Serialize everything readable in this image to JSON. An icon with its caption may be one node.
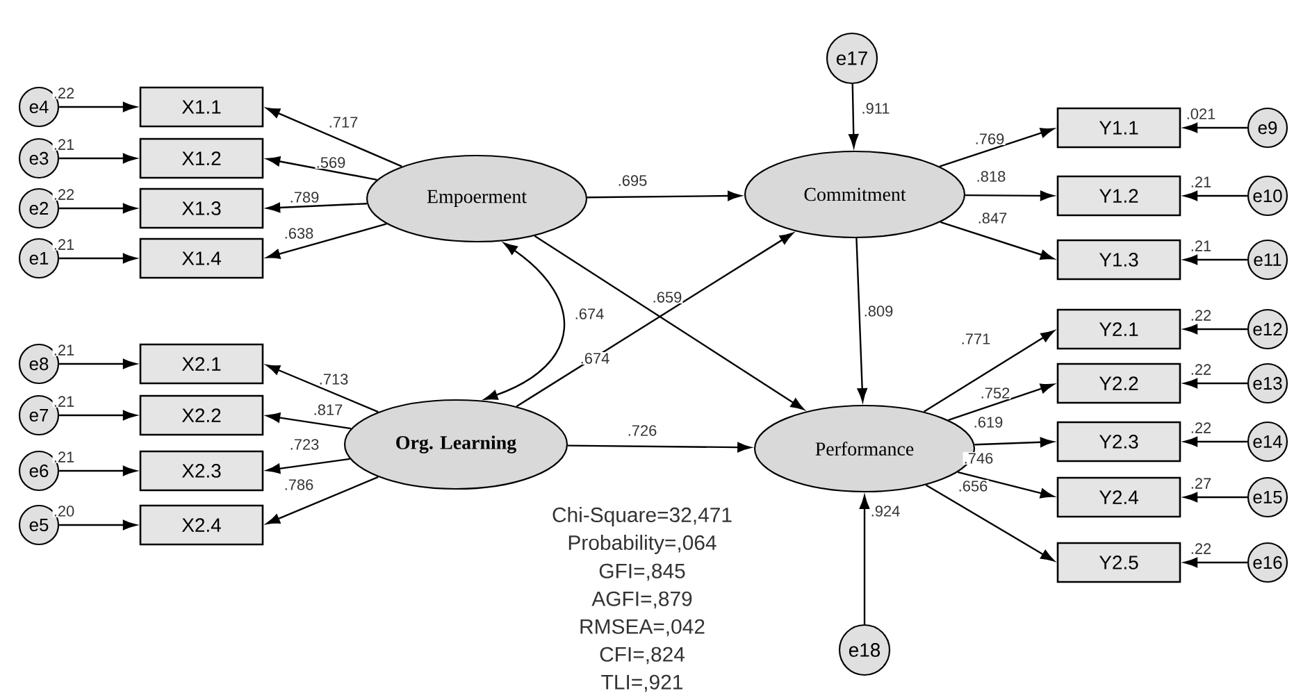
{
  "diagram": {
    "nodes": [
      {
        "text": [
          "e17"
        ]
      },
      {
        "text": [
          "Empoerment"
        ]
      },
      {
        "text": [
          "Commitment"
        ]
      },
      {
        "text": [
          "Org. Learning"
        ]
      },
      {
        "text": [
          "Performance"
        ]
      },
      {
        "text": [
          "e18"
        ]
      },
      {
        "text": [
          "X1.1"
        ]
      },
      {
        "text": [
          "X1.2"
        ]
      },
      {
        "text": [
          "X1.3"
        ]
      },
      {
        "text": [
          "X1.4"
        ]
      },
      {
        "text": [
          "X2.1"
        ]
      },
      {
        "text": [
          "X2.2"
        ]
      },
      {
        "text": [
          "X2.3"
        ]
      },
      {
        "text": [
          "X2.4"
        ]
      },
      {
        "text": [
          "e4"
        ]
      },
      {
        "text": [
          "e3"
        ]
      },
      {
        "text": [
          "e2"
        ]
      },
      {
        "text": [
          "e1"
        ]
      },
      {
        "text": [
          "e8"
        ]
      },
      {
        "text": [
          "e7"
        ]
      },
      {
        "text": [
          "e6"
        ]
      },
      {
        "text": [
          "e5"
        ]
      },
      {
        "text": [
          "Y1.1"
        ]
      },
      {
        "text": [
          "Y1.2"
        ]
      },
      {
        "text": [
          "Y1.3"
        ]
      },
      {
        "text": [
          "Y2.1"
        ]
      },
      {
        "text": [
          "Y2.2"
        ]
      },
      {
        "text": [
          "Y2.3"
        ]
      },
      {
        "text": [
          "Y2.4"
        ]
      },
      {
        "text": [
          "Y2.5"
        ]
      },
      {
        "text": [
          "e9"
        ]
      },
      {
        "text": [
          "e10"
        ]
      },
      {
        "text": [
          "e11"
        ]
      },
      {
        "text": [
          "e12"
        ]
      },
      {
        "text": [
          "e13"
        ]
      },
      {
        "text": [
          "e14"
        ]
      },
      {
        "text": [
          "e15"
        ]
      },
      {
        "text": [
          "e16"
        ]
      }
    ],
    "edges": [
      {
        "from": 1,
        "to": 6,
        "arrow": "to",
        "label": ".717"
      },
      {
        "from": 1,
        "to": 7,
        "arrow": "to",
        "label": ".569"
      },
      {
        "from": 1,
        "to": 8,
        "arrow": "to",
        "label": ".789"
      },
      {
        "from": 1,
        "to": 9,
        "arrow": "to",
        "label": ".638"
      },
      {
        "from": 3,
        "to": 10,
        "arrow": "to",
        "label": ".713"
      },
      {
        "from": 3,
        "to": 11,
        "arrow": "to",
        "label": ".817"
      },
      {
        "from": 3,
        "to": 12,
        "arrow": "to",
        "label": ".723"
      },
      {
        "from": 3,
        "to": 13,
        "arrow": "to",
        "label": ".786"
      },
      {
        "from": 14,
        "to": 6,
        "arrow": "to",
        "label": ".22"
      },
      {
        "from": 15,
        "to": 7,
        "arrow": "to",
        "label": ".21"
      },
      {
        "from": 16,
        "to": 8,
        "arrow": "to",
        "label": ".22"
      },
      {
        "from": 17,
        "to": 9,
        "arrow": "to",
        "label": ".21"
      },
      {
        "from": 18,
        "to": 10,
        "arrow": "to",
        "label": ".21"
      },
      {
        "from": 19,
        "to": 11,
        "arrow": "to",
        "label": ".21"
      },
      {
        "from": 20,
        "to": 12,
        "arrow": "to",
        "label": ".21"
      },
      {
        "from": 21,
        "to": 13,
        "arrow": "to",
        "label": ".20"
      },
      {
        "from": 1,
        "to": 2,
        "arrow": "to",
        "label": ".695"
      },
      {
        "from": 1,
        "to": 4,
        "arrow": "to",
        "label": ".659"
      },
      {
        "from": 3,
        "to": 2,
        "arrow": "to",
        "label": ".674"
      },
      {
        "from": 1,
        "to": 3,
        "arrow": "both",
        "label": ".674"
      },
      {
        "from": 3,
        "to": 4,
        "arrow": "to",
        "label": ".726"
      },
      {
        "from": 2,
        "to": 4,
        "arrow": "to",
        "label": ".809"
      },
      {
        "from": 0,
        "to": 2,
        "arrow": "to",
        "label": ".911"
      },
      {
        "from": 5,
        "to": 4,
        "arrow": "to",
        "label": ".924"
      },
      {
        "from": 2,
        "to": 22,
        "arrow": "to",
        "label": ".769"
      },
      {
        "from": 2,
        "to": 23,
        "arrow": "to",
        "label": ".818"
      },
      {
        "from": 2,
        "to": 24,
        "arrow": "to",
        "label": ".847"
      },
      {
        "from": 4,
        "to": 25,
        "arrow": "to",
        "label": ".771"
      },
      {
        "from": 4,
        "to": 26,
        "arrow": "to",
        "label": ".752"
      },
      {
        "from": 4,
        "to": 27,
        "arrow": "to",
        "label": ".619"
      },
      {
        "from": 4,
        "to": 28,
        "arrow": "to",
        "label": ".746"
      },
      {
        "from": 4,
        "to": 29,
        "arrow": "to",
        "label": ".656"
      },
      {
        "from": 30,
        "to": 22,
        "arrow": "to",
        "label": ".021"
      },
      {
        "from": 31,
        "to": 23,
        "arrow": "to",
        "label": ".21"
      },
      {
        "from": 32,
        "to": 24,
        "arrow": "to",
        "label": ".21"
      },
      {
        "from": 33,
        "to": 25,
        "arrow": "to",
        "label": ".22"
      },
      {
        "from": 34,
        "to": 26,
        "arrow": "to",
        "label": ".22"
      },
      {
        "from": 35,
        "to": 27,
        "arrow": "to",
        "label": ".22"
      },
      {
        "from": 36,
        "to": 28,
        "arrow": "to",
        "label": ".27"
      },
      {
        "from": 37,
        "to": 29,
        "arrow": "to",
        "label": ".22"
      }
    ],
    "labels": [
      "Chi-Square=32,471",
      "Probability=,064",
      "GFI=,845",
      "AGFI=,879",
      "RMSEA=,042",
      "CFI=,824",
      "TLI=,921"
    ]
  }
}
